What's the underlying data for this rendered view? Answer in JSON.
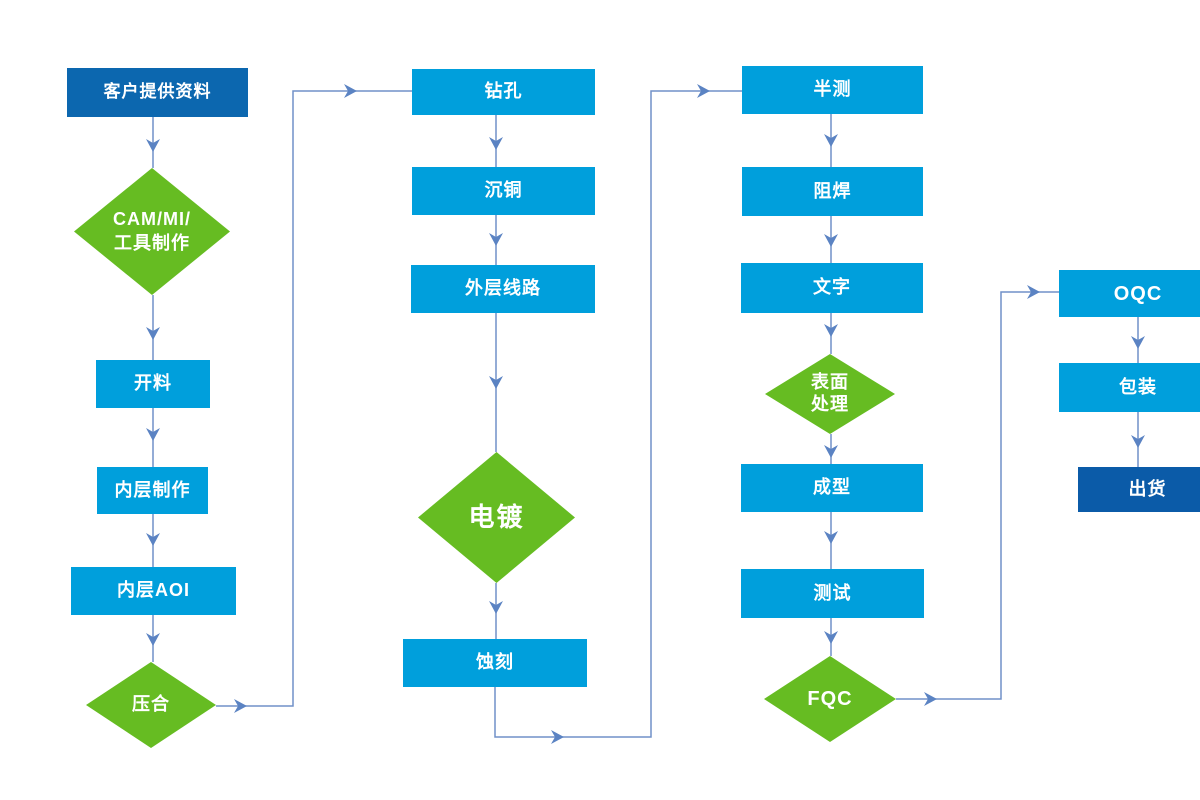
{
  "diagram": {
    "nodes": [
      {
        "id": "customer-data",
        "label": "客户提供资料",
        "type": "start"
      },
      {
        "id": "cam-mi-tooling",
        "label": "CAM/MI/",
        "label2": "工具制作",
        "type": "decision"
      },
      {
        "id": "cutting",
        "label": "开料",
        "type": "process"
      },
      {
        "id": "inner-layer",
        "label": "内层制作",
        "type": "process"
      },
      {
        "id": "inner-aoi",
        "label": "内层AOI",
        "type": "process"
      },
      {
        "id": "lamination",
        "label": "压合",
        "type": "decision"
      },
      {
        "id": "drilling",
        "label": "钻孔",
        "type": "process"
      },
      {
        "id": "copper-deposit",
        "label": "沉铜",
        "type": "process"
      },
      {
        "id": "outer-circuit",
        "label": "外层线路",
        "type": "process"
      },
      {
        "id": "plating",
        "label": "电镀",
        "type": "decision"
      },
      {
        "id": "etching",
        "label": "蚀刻",
        "type": "process"
      },
      {
        "id": "half-test",
        "label": "半测",
        "type": "process"
      },
      {
        "id": "solder-mask",
        "label": "阻焊",
        "type": "process"
      },
      {
        "id": "silkscreen",
        "label": "文字",
        "type": "process"
      },
      {
        "id": "surface-finish",
        "label": "表面",
        "label2": "处理",
        "type": "decision"
      },
      {
        "id": "forming",
        "label": "成型",
        "type": "process"
      },
      {
        "id": "testing",
        "label": "测试",
        "type": "process"
      },
      {
        "id": "fqc",
        "label": "FQC",
        "type": "decision"
      },
      {
        "id": "oqc",
        "label": "OQC",
        "type": "process"
      },
      {
        "id": "packing",
        "label": "包装",
        "type": "process"
      },
      {
        "id": "shipping",
        "label": "出货",
        "type": "end"
      }
    ],
    "flow_order": [
      "customer-data",
      "cam-mi-tooling",
      "cutting",
      "inner-layer",
      "inner-aoi",
      "lamination",
      "drilling",
      "copper-deposit",
      "outer-circuit",
      "plating",
      "etching",
      "half-test",
      "solder-mask",
      "silkscreen",
      "surface-finish",
      "forming",
      "testing",
      "fqc",
      "oqc",
      "packing",
      "shipping"
    ],
    "colors": {
      "process": "#009fdc",
      "start": "#0c67af",
      "end": "#0b5ba8",
      "decision": "#66bc22",
      "line": "#7191c8",
      "arrow": "#5b83c3"
    }
  }
}
